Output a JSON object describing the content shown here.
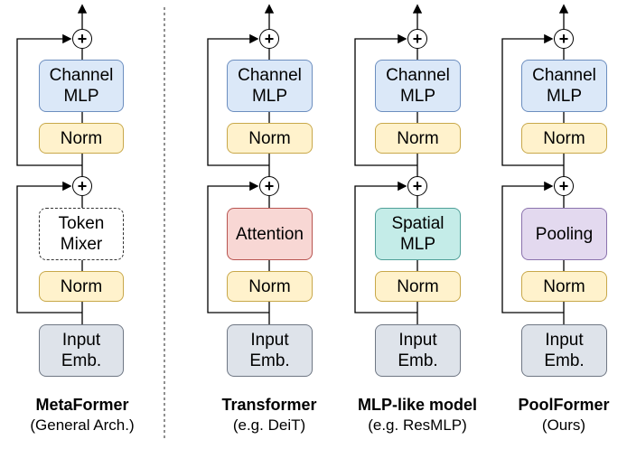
{
  "columns": [
    {
      "key": "metaformer",
      "title": "MetaFormer",
      "subtitle": "(General Arch.)",
      "channel_mlp": "Channel\nMLP",
      "norm_top": "Norm",
      "mixer": "Token\nMixer",
      "norm_bottom": "Norm",
      "input": "Input\nEmb.",
      "plus": "+"
    },
    {
      "key": "transformer",
      "title": "Transformer",
      "subtitle": "(e.g. DeiT)",
      "channel_mlp": "Channel\nMLP",
      "norm_top": "Norm",
      "mixer": "Attention",
      "norm_bottom": "Norm",
      "input": "Input\nEmb.",
      "plus": "+"
    },
    {
      "key": "mlp-like",
      "title": "MLP-like model",
      "subtitle": "(e.g. ResMLP)",
      "channel_mlp": "Channel\nMLP",
      "norm_top": "Norm",
      "mixer": "Spatial\nMLP",
      "norm_bottom": "Norm",
      "input": "Input\nEmb.",
      "plus": "+"
    },
    {
      "key": "poolformer",
      "title": "PoolFormer",
      "subtitle": "(Ours)",
      "channel_mlp": "Channel\nMLP",
      "norm_top": "Norm",
      "mixer": "Pooling",
      "norm_bottom": "Norm",
      "input": "Input\nEmb.",
      "plus": "+"
    }
  ],
  "colors": {
    "channel_mlp": "#dbe8f8",
    "norm": "#fff2cc",
    "input": "#dee3ea",
    "attention": "#f8d7d4",
    "spatial_mlp": "#c4ece8",
    "pooling": "#e3d9ef"
  }
}
